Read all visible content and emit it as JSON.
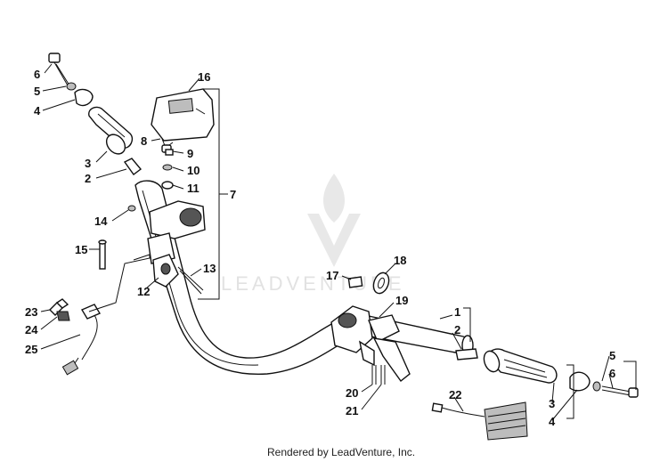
{
  "watermark": {
    "brand_text": "LEADVENTURE"
  },
  "footer": {
    "credit": "Rendered by LeadVenture, Inc."
  },
  "callouts": [
    "1",
    "2",
    "3",
    "4",
    "5",
    "6",
    "7",
    "8",
    "9",
    "10",
    "11",
    "12",
    "13",
    "14",
    "15",
    "16",
    "17",
    "18",
    "19",
    "20",
    "21",
    "22",
    "23",
    "24",
    "25"
  ],
  "left_callouts": {
    "c6": "6",
    "c5": "5",
    "c4": "4",
    "c3": "3",
    "c2": "2",
    "c16": "16",
    "c8": "8",
    "c9": "9",
    "c10": "10",
    "c11": "11",
    "c7": "7",
    "c14": "14",
    "c15": "15",
    "c13": "13",
    "c12": "12",
    "c23": "23",
    "c24": "24",
    "c25": "25"
  },
  "right_callouts": {
    "c17": "17",
    "c18": "18",
    "c19": "19",
    "c1": "1",
    "c2": "2",
    "c5": "5",
    "c6": "6",
    "c3": "3",
    "c4": "4",
    "c20": "20",
    "c21": "21",
    "c22": "22"
  }
}
